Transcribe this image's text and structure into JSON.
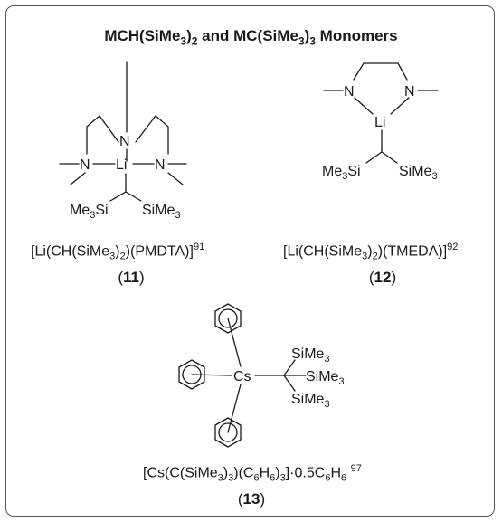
{
  "title": {
    "part1": "MCH(SiMe",
    "sub1": "3",
    "part2": ")",
    "sub2": "2",
    "part3": " and MC(SiMe",
    "sub3": "3",
    "part4": ")",
    "sub4": "3",
    "part5": " Monomers"
  },
  "atoms": {
    "N": "N",
    "Li": "Li",
    "Cs": "Cs",
    "Me": "Me",
    "Si": "Si",
    "SiMe": "SiMe",
    "three": "3"
  },
  "compound11": {
    "formula_a": "[Li(CH(SiMe",
    "formula_sub1": "3",
    "formula_b": ")",
    "formula_sub2": "2",
    "formula_c": ")(PMDTA)]",
    "ref": "91",
    "label_open": "(",
    "label_num": "11",
    "label_close": ")"
  },
  "compound12": {
    "formula_a": "[Li(CH(SiMe",
    "formula_sub1": "3",
    "formula_b": ")",
    "formula_sub2": "2",
    "formula_c": ")(TMEDA)]",
    "ref": "92",
    "label_open": "(",
    "label_num": "12",
    "label_close": ")"
  },
  "compound13": {
    "formula_a": "[Cs(C(SiMe",
    "formula_sub1": "3",
    "formula_b": ")",
    "formula_sub2": "3",
    "formula_c": ")(C",
    "formula_sub3": "6",
    "formula_d": "H",
    "formula_sub4": "6",
    "formula_e": ")",
    "formula_sub5": "3",
    "formula_f": "]·0.5C",
    "formula_sub6": "6",
    "formula_g": "H",
    "formula_sub7": "6",
    "ref": "97",
    "label_open": "(",
    "label_num": "13",
    "label_close": ")"
  }
}
